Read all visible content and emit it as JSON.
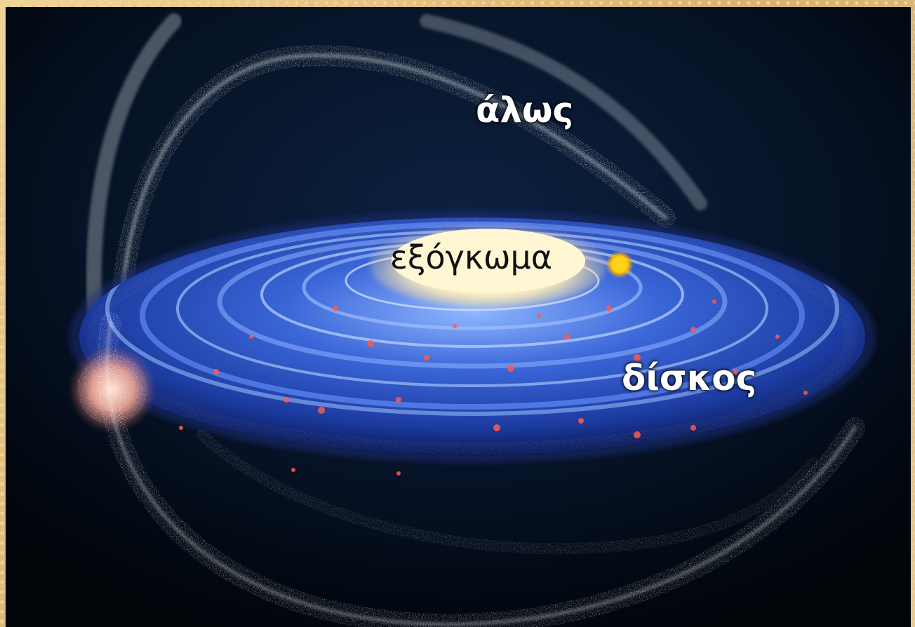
{
  "labels": {
    "halo": "άλως",
    "bulge": "εξόγκωμα",
    "disk": "δίσκος"
  },
  "colors": {
    "frame": "#e8c88a",
    "space": "#02060d",
    "disk_blue": "#2f55c8",
    "bulge": "#fff5cf",
    "halo_stars": "#e8e8e8",
    "sun": "#ffd21a"
  }
}
